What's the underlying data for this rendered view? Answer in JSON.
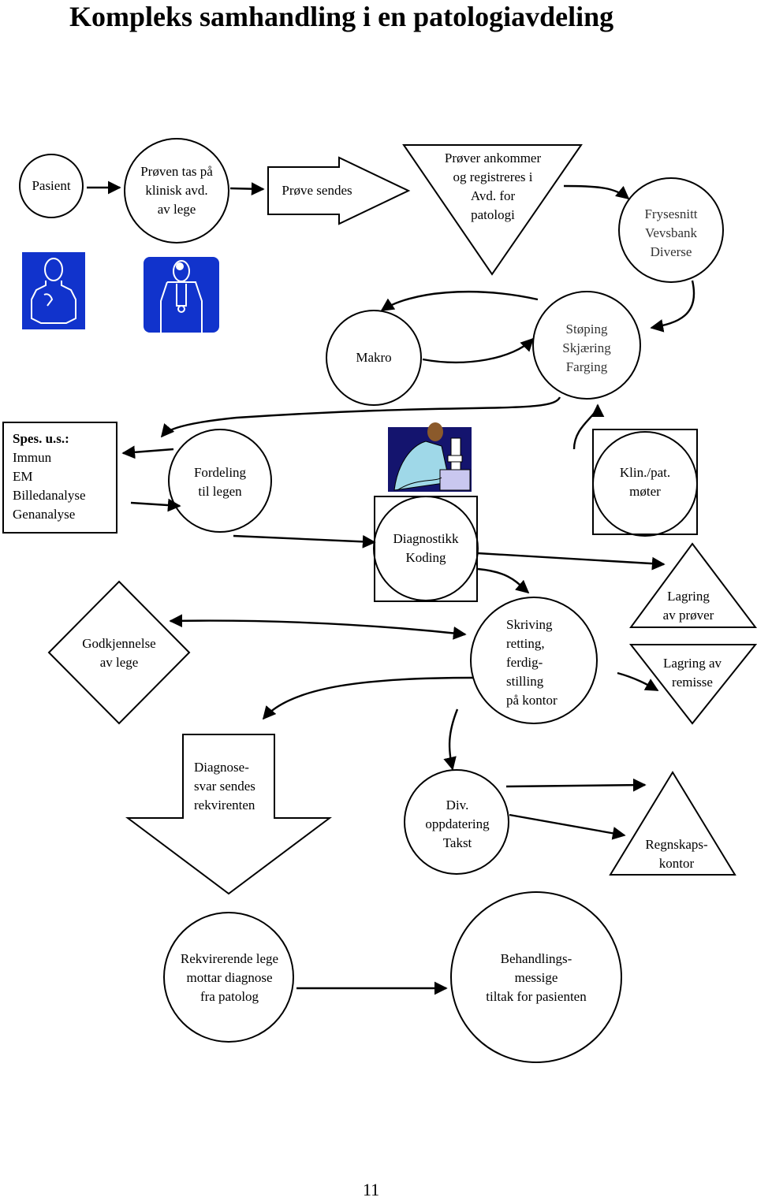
{
  "title": "Kompleks samhandling i en patologiavdeling",
  "nodes": {
    "pasient": "Pasient",
    "proven_tas": "Prøven tas på\nklinisk avd.\nav lege",
    "prove_sendes": "Prøve sendes",
    "prover_ankommer": "Prøver ankommer\nog registreres i\nAvd. for\npatologi",
    "frysesnitt": "Frysesnitt\nVevsbank\nDiverse",
    "makro": "Makro",
    "stoping": "Støping\nSkjæring\nFarging",
    "spes_us_bold": "Spes. u.s.:",
    "spes_us_list": "Immun\nEM\nBilledanalyse\nGenanalyse",
    "fordeling": "Fordeling\ntil legen",
    "klin_pat": "Klin./pat.\nmøter",
    "diagnostikk": "Diagnostikk\nKoding",
    "godkjennelse": "Godkjennelse\nav lege",
    "skriving": "Skriving\nretting,\nferdig-\nstilling\npå kontor",
    "lagring_prover": "Lagring\nav prøver",
    "lagring_remisse": "Lagring av\nremisse",
    "diagnosesvar": "Diagnose-\nsvar sendes\nrekvirenten",
    "div": "Div.\noppdatering\nTakst",
    "regnskap": "Regnskaps-\nkontor",
    "rekvirerende": "Rekvirerende lege\nmottar diagnose\nfra patolog",
    "behandling": "Behandlings-\nmessige\ntiltak for pasienten"
  },
  "icons": [
    "patient-icon",
    "doctor-icon",
    "microscope-icon"
  ],
  "colors": {
    "icon_blue": "#1133cc",
    "stroke": "#000000"
  },
  "page_number": "11"
}
